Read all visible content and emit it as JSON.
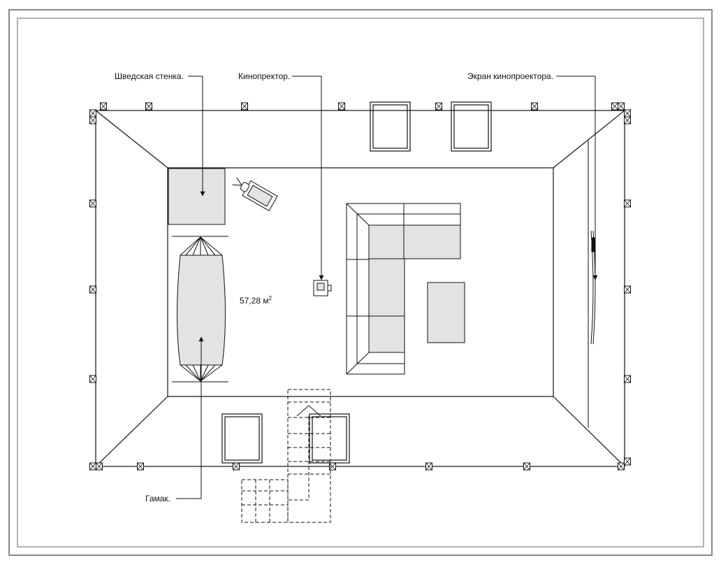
{
  "labels": {
    "wall_bars": "Шведская стенка.",
    "projector": "Кинопректор.",
    "screen": "Экран кинопроектора.",
    "hammock": "Гамак."
  },
  "room": {
    "area_value": "57,28 м",
    "area_sup": "2"
  },
  "colors": {
    "line": "#111111",
    "furniture_fill": "#e3e3e3",
    "frame": "#888888"
  }
}
